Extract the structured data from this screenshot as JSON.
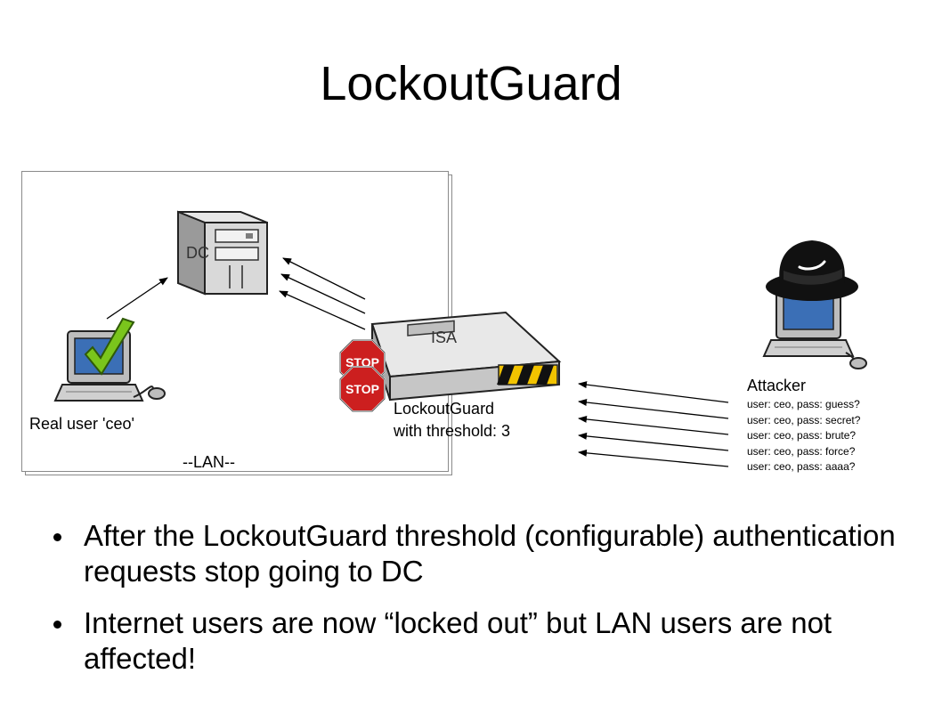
{
  "title": "LockoutGuard",
  "labels": {
    "dc": "DC",
    "isa": "ISA",
    "real_user": "Real user 'ceo'",
    "lan": "--LAN--",
    "lockoutguard_line1": "LockoutGuard",
    "lockoutguard_line2": "with threshold: 3",
    "attacker": "Attacker",
    "stop": "STOP"
  },
  "attacker_attempts": [
    "user: ceo, pass: guess?",
    "user: ceo, pass: secret?",
    "user: ceo, pass: brute?",
    "user: ceo, pass: force?",
    "user: ceo, pass: aaaa?"
  ],
  "bullets": [
    "After the LockoutGuard threshold (configurable) authentication requests stop going to DC",
    "Internet users are now “locked out” but LAN users are not affected!"
  ],
  "icons": {
    "server": "server-icon",
    "appliance": "isa-appliance-icon",
    "user_computer": "user-computer-icon",
    "checkmark": "checkmark-icon",
    "stop_sign": "stop-sign-icon",
    "attacker_computer": "attacker-computer-icon",
    "hat": "fedora-hat-icon"
  },
  "colors": {
    "stop_red": "#cc1f1f",
    "check_green": "#7ac51c",
    "screen_blue": "#3b6fb6",
    "hazard_yellow": "#f2c300"
  }
}
